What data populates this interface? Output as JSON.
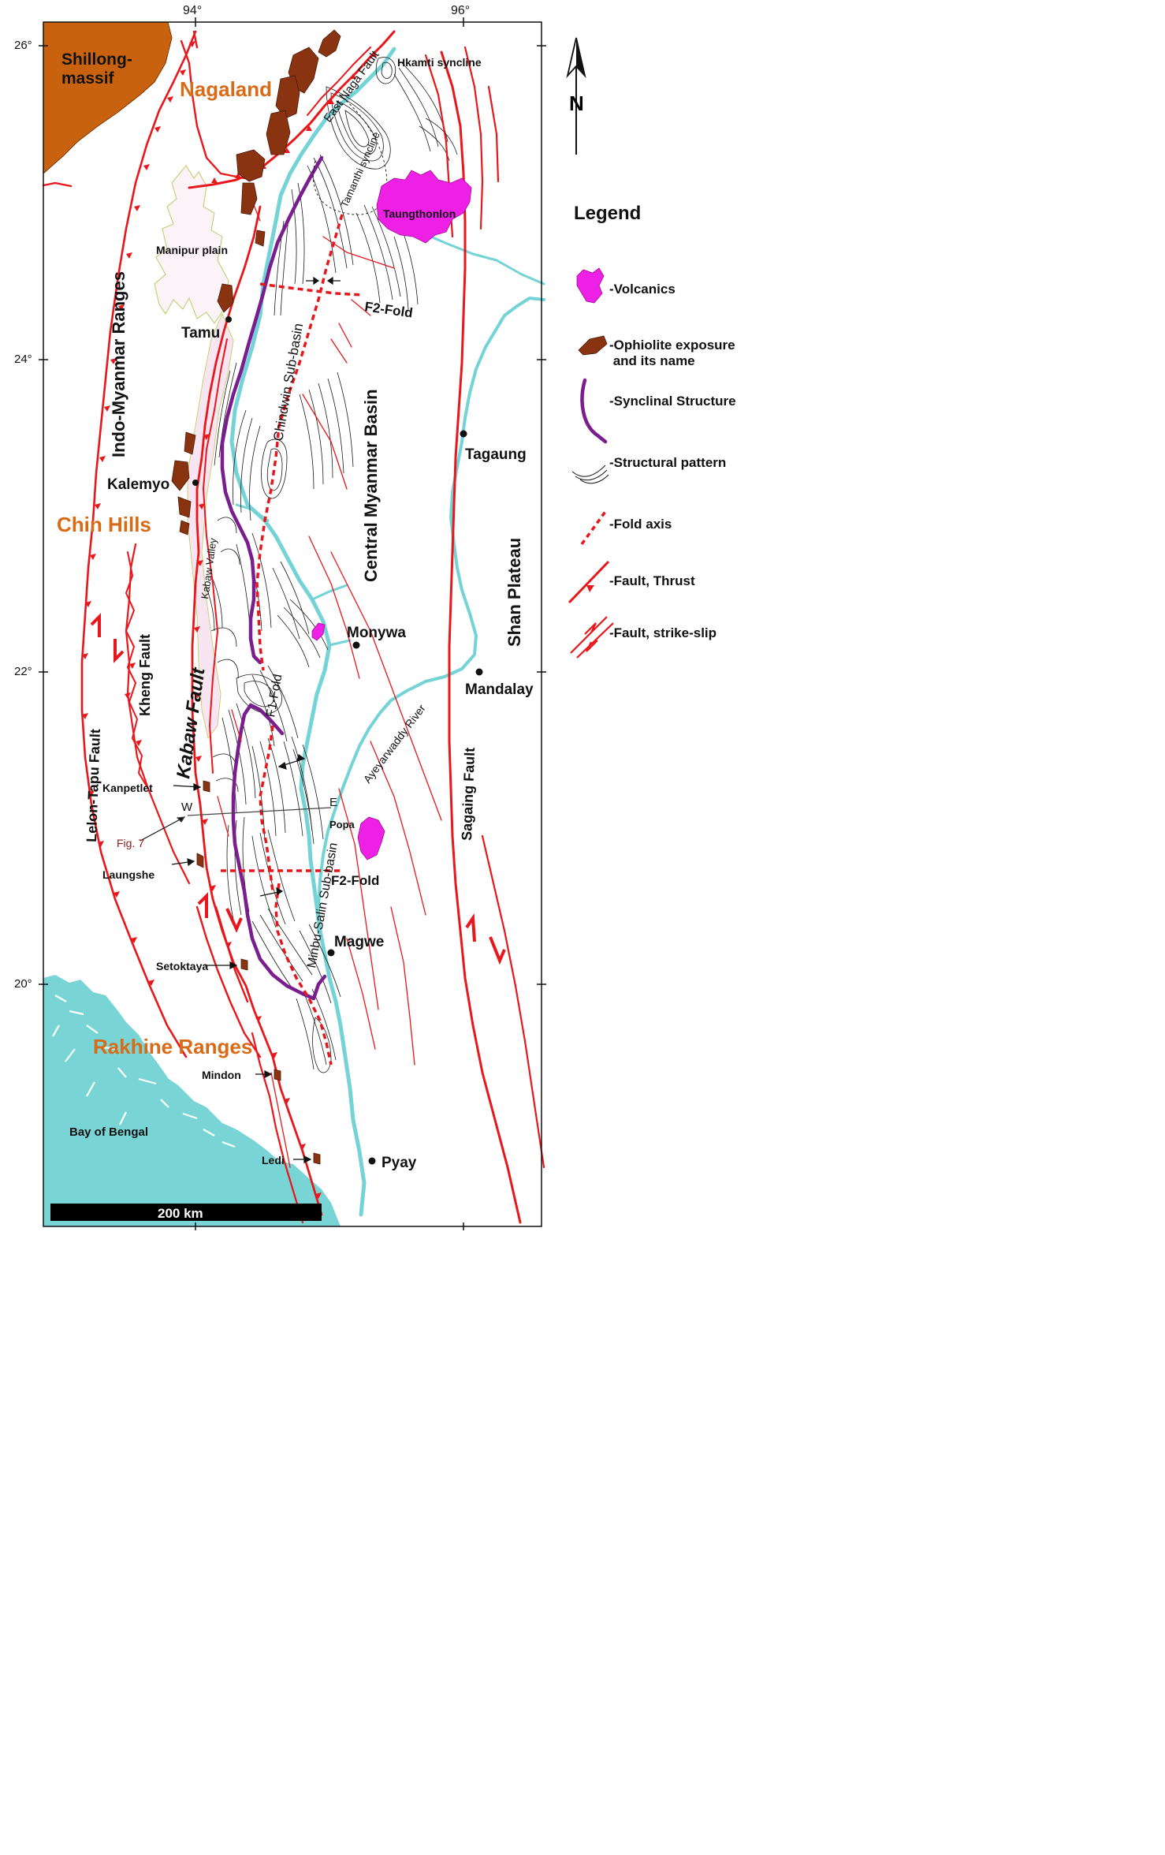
{
  "graticule": {
    "lon_labels": [
      "94°",
      "96°"
    ],
    "lat_labels": [
      "26°",
      "24°",
      "22°",
      "20°"
    ]
  },
  "north_arrow": {
    "label": "N"
  },
  "scale_bar": {
    "label": "200 km"
  },
  "regions": {
    "shillong_massif": "Shillong-\nmassif",
    "nagaland": "Nagaland",
    "chin_hills": "Chin Hills",
    "rakhine_ranges": "Rakhine Ranges",
    "manipur_plain": "Manipur plain",
    "indo_myanmar_ranges": "Indo-Myanmar Ranges",
    "central_myanmar_basin": "Central Myanmar Basin",
    "shan_plateau": "Shan Plateau",
    "bay_of_bengal": "Bay of Bengal",
    "kabaw_valley": "Kabaw Valley",
    "chindwin_sub_basin": "Chindwin Sub-basin",
    "minbu_salin_sub_basin": "Minbu-Salin Sub-basin",
    "taungthonlon": "Taungthonlon",
    "popa": "Popa"
  },
  "faults": {
    "east_naga_fault": "East Naga Fault",
    "kabaw_fault": "Kabaw Fault",
    "kheng_fault": "Kheng Fault",
    "lelon_tapu_fault": "Lelon-Tapu Fault",
    "sagaing_fault": "Sagaing Fault"
  },
  "structures": {
    "hkamti_syncline": "Hkamti syncline",
    "tamanthi_syncline": "Tamanthi syncline",
    "f2_fold_north": "F2-Fold",
    "f1_fold": "F1-Fold",
    "f2_fold_south": "F2-Fold"
  },
  "rivers": {
    "ayeyarwaddy": "Ayeyarwaddy River"
  },
  "towns": {
    "tamu": "Tamu",
    "kalemyo": "Kalemyo",
    "monywa": "Monywa",
    "mandalay": "Mandalay",
    "tagaung": "Tagaung",
    "magwe": "Magwe",
    "pyay": "Pyay"
  },
  "ophiolites": {
    "kanpetlet": "Kanpetlet",
    "laungshe": "Laungshe",
    "setoktaya": "Setoktaya",
    "mindon": "Mindon",
    "ledi": "Ledi"
  },
  "section": {
    "west": "W",
    "east": "E",
    "figure_ref": "Fig. 7"
  },
  "legend": {
    "title": "Legend",
    "items": [
      {
        "label": "-Volcanics",
        "symbol": "volcanics"
      },
      {
        "label": "-Ophiolite exposure\n and its name",
        "symbol": "ophiolite"
      },
      {
        "label": "-Synclinal Structure",
        "symbol": "syncline"
      },
      {
        "label": "-Structural pattern",
        "symbol": "structural-pattern"
      },
      {
        "label": "-Fold axis",
        "symbol": "fold-axis"
      },
      {
        "label": "-Fault, Thrust",
        "symbol": "thrust"
      },
      {
        "label": "-Fault, strike-slip",
        "symbol": "strike-slip"
      }
    ]
  },
  "colors": {
    "fault": "#e8171b",
    "river": "#74d3d6",
    "sea": "#79d5d5",
    "massif": "#c8620e",
    "ophiolite": "#8a3310",
    "volcanics": "#ee20e6",
    "syncline": "#7a1d8e",
    "region_label": "#d96a16",
    "plain_outline": "#c9d07a",
    "valley_fill": "#f7e6f1"
  }
}
